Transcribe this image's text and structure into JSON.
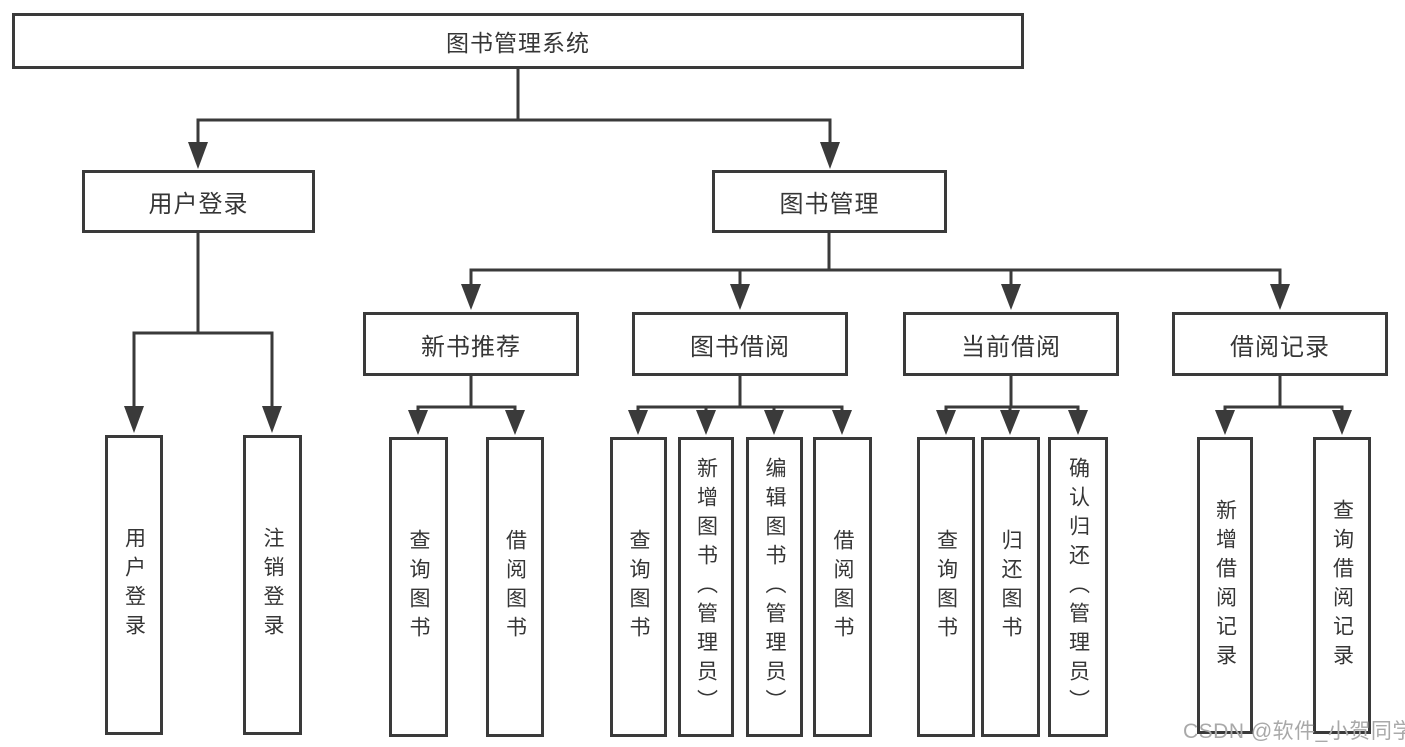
{
  "nodes": {
    "root": "图书管理系统",
    "user_login": "用户登录",
    "book_mgmt": "图书管理",
    "user_login_children": [
      "用户登录",
      "注销登录"
    ],
    "modules": [
      {
        "label": "新书推荐",
        "children": [
          "查询图书",
          "借阅图书"
        ]
      },
      {
        "label": "图书借阅",
        "children": [
          "查询图书",
          "新增图书（管理员）",
          "编辑图书（管理员）",
          "借阅图书"
        ]
      },
      {
        "label": "当前借阅",
        "children": [
          "查询图书",
          "归还图书",
          "确认归还（管理员）"
        ]
      },
      {
        "label": "借阅记录",
        "children": [
          "新增借阅记录",
          "查询借阅记录"
        ]
      }
    ]
  },
  "watermark": "CSDN @软件_小贺同学",
  "colors": {
    "line": "#3a3a3a",
    "text": "#363636",
    "watermark": "#a9a9a9",
    "background": "#ffffff"
  }
}
